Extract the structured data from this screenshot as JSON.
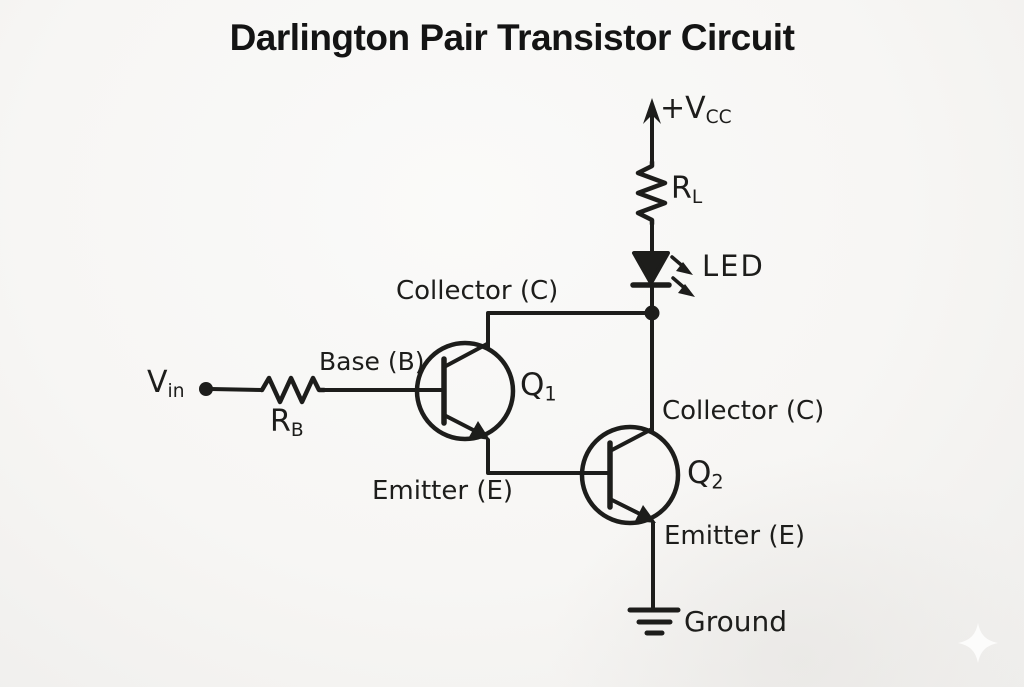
{
  "title": "Darlington Pair Transistor Circuit",
  "labels": {
    "vcc": {
      "main": "+V",
      "sub": "CC"
    },
    "rl": {
      "main": "R",
      "sub": "L"
    },
    "led": "LED",
    "q1_collector": "Collector (C)",
    "base": "Base (B)",
    "vin": {
      "main": "V",
      "sub": "in"
    },
    "rb": {
      "main": "R",
      "sub": "B"
    },
    "q1": {
      "main": "Q",
      "sub": "1"
    },
    "q1_emitter": "Emitter (E)",
    "q2_collector": "Collector (C)",
    "q2": {
      "main": "Q",
      "sub": "2"
    },
    "q2_emitter": "Emitter (E)",
    "ground": "Ground"
  },
  "icons": {
    "vcc_arrow": "upward-supply-arrow",
    "rb_resistor": "horizontal-zigzag-resistor",
    "rl_resistor": "vertical-zigzag-resistor",
    "led": "filled-triangle-diode-with-cathode-bar",
    "led_light": "two-emission-arrows",
    "q1_transistor": "npn-transistor-circle",
    "q2_transistor": "npn-transistor-circle",
    "junction": "filled-junction-dot",
    "vin_terminal": "filled-terminal-dot",
    "ground": "three-bar-earth-ground",
    "sparkle": "four-point-star-watermark"
  },
  "colors": {
    "ink": "#1d1d1b",
    "paper": "#f7f6f4",
    "sparkle": "#fcfcfb"
  }
}
